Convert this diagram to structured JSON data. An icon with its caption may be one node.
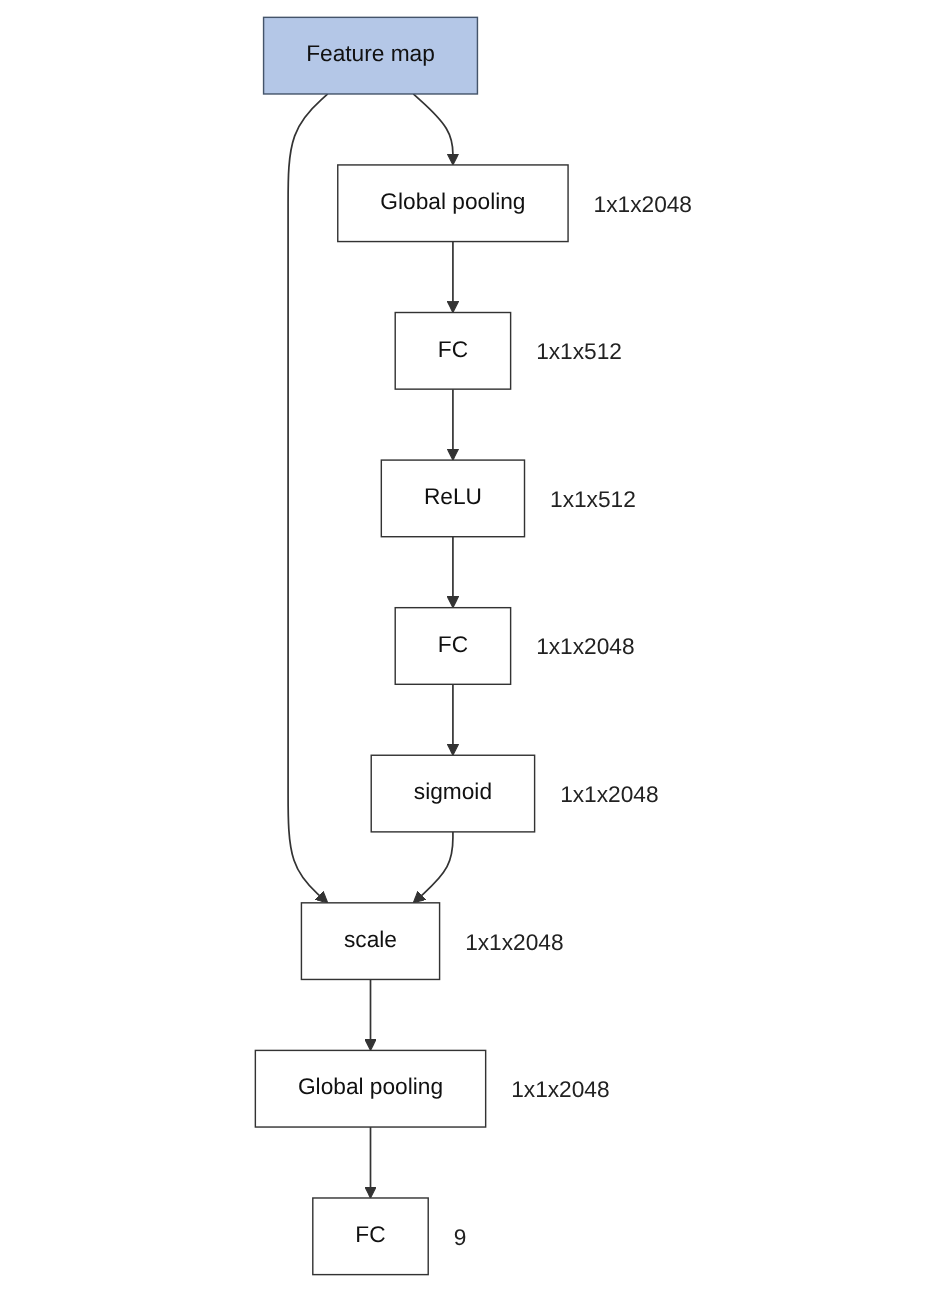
{
  "diagram": {
    "nodes": [
      {
        "text": [
          "Feature map"
        ]
      },
      {
        "text": [
          "Global pooling"
        ],
        "beside": [
          "1x1x2048"
        ]
      },
      {
        "text": [
          "FC"
        ],
        "beside": [
          "1x1x512"
        ]
      },
      {
        "text": [
          "ReLU"
        ],
        "beside": [
          "1x1x512"
        ]
      },
      {
        "text": [
          "FC"
        ],
        "beside": [
          "1x1x2048"
        ]
      },
      {
        "text": [
          "sigmoid"
        ],
        "beside": [
          "1x1x2048"
        ]
      },
      {
        "text": [
          "scale"
        ],
        "beside": [
          "1x1x2048"
        ]
      },
      {
        "text": [
          "Global pooling"
        ],
        "beside": [
          "1x1x2048"
        ]
      },
      {
        "text": [
          "FC"
        ],
        "beside": [
          "9"
        ]
      }
    ],
    "edges": [
      {
        "from": 0,
        "to": 1,
        "arrow": "to"
      },
      {
        "from": 1,
        "to": 2,
        "arrow": "to"
      },
      {
        "from": 2,
        "to": 3,
        "arrow": "to"
      },
      {
        "from": 3,
        "to": 4,
        "arrow": "to"
      },
      {
        "from": 4,
        "to": 5,
        "arrow": "to"
      },
      {
        "from": 0,
        "to": 6,
        "arrow": "to"
      },
      {
        "from": 5,
        "to": 6,
        "arrow": "to"
      },
      {
        "from": 6,
        "to": 7,
        "arrow": "to"
      },
      {
        "from": 7,
        "to": 8,
        "arrow": "to"
      }
    ]
  }
}
